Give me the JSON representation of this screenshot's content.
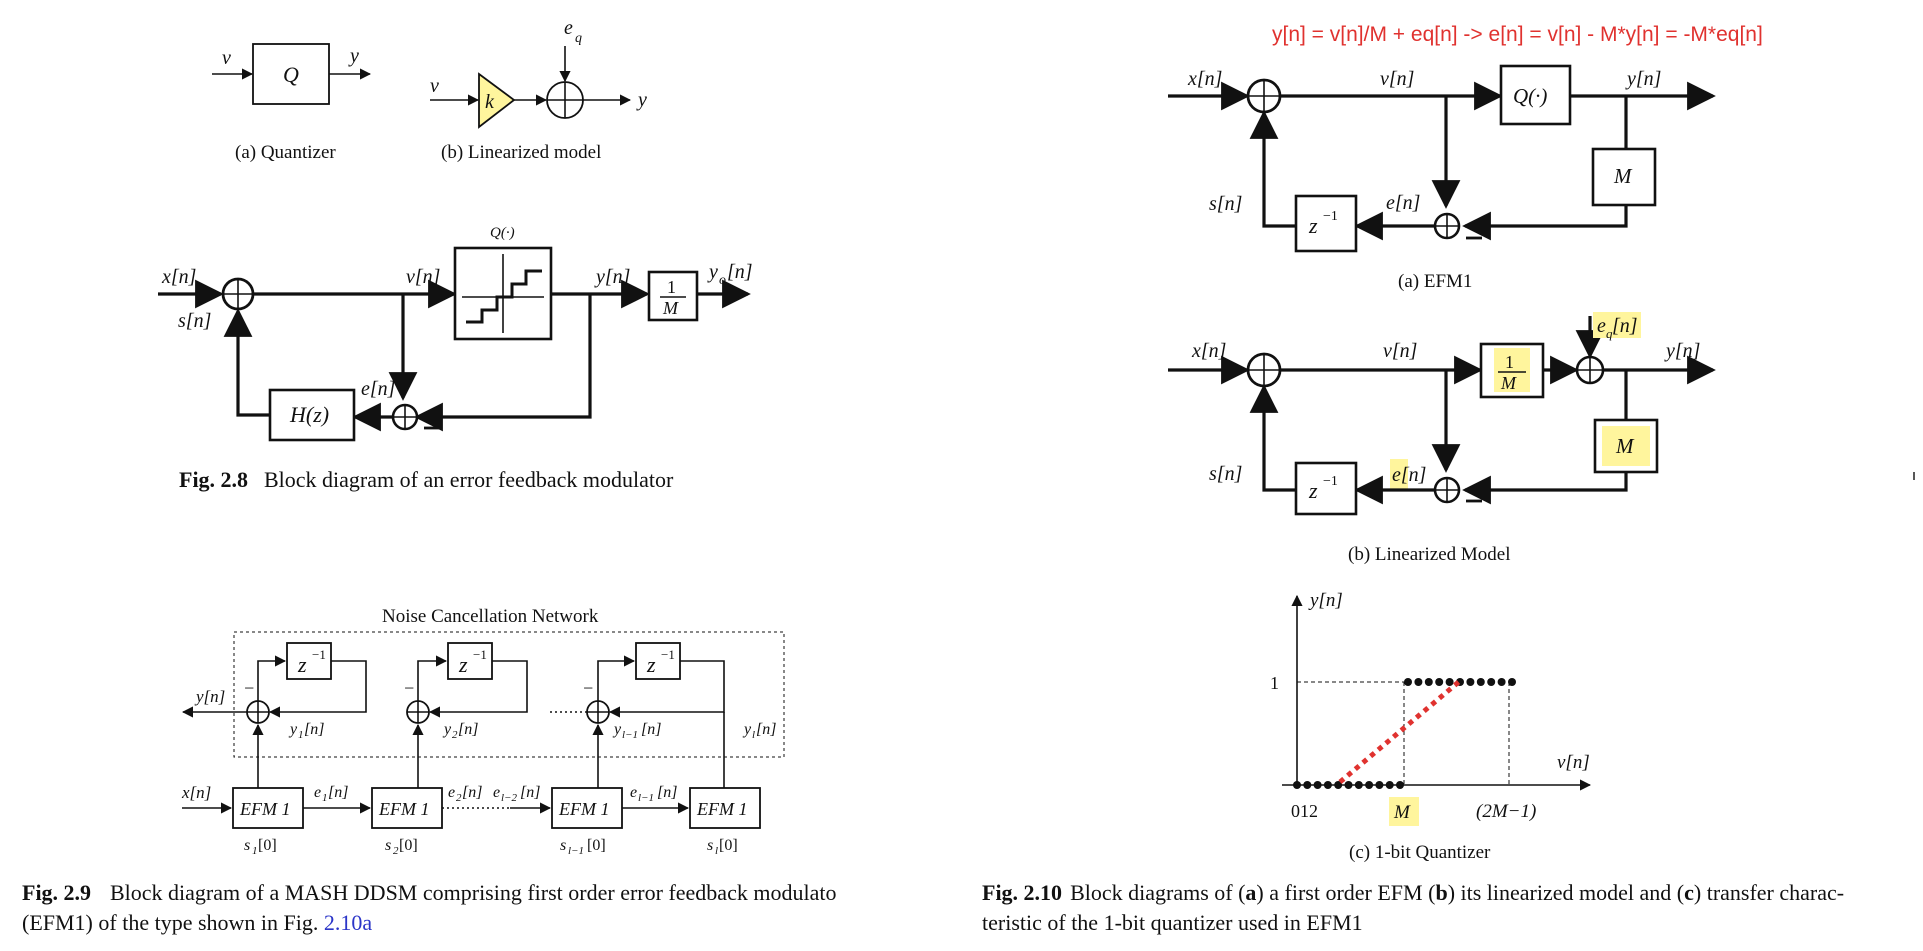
{
  "fig_quantizer": {
    "v": "v",
    "y": "y",
    "q": "Q",
    "label_a": "(a)  Quantizer"
  },
  "fig_linear": {
    "v": "v",
    "k": "k",
    "eq": "e",
    "eq_sub": "q",
    "y": "y",
    "label_b": "(b)  Linearized model"
  },
  "fig_2_8": {
    "xn": "x[n]",
    "sn": "s[n]",
    "vn": "v[n]",
    "qdot": "Q(·)",
    "yn": "y[n]",
    "one": "1",
    "m": "M",
    "yo": "y",
    "yo_sub": "o",
    "yo_n": "[n]",
    "en": "e[n]",
    "hz": "H(z)",
    "caption_num": "Fig. 2.8",
    "caption_text": "Block diagram of an error feedback modulator"
  },
  "fig_2_9": {
    "title": "Noise Cancellation Network",
    "yn_out": "y[n]",
    "y1": "y",
    "y1_sub": "1",
    "y2": "y",
    "y2_sub": "2",
    "yl1": "y",
    "yl1_sub": "l−1",
    "yl": "y",
    "yl_sub": "l",
    "n_suffix": "[n]",
    "z": "z",
    "zexp": "−1",
    "xn": "x[n]",
    "efm": "EFM 1",
    "e1": "e",
    "e1_sub": "1",
    "e2": "e",
    "e2_sub": "2",
    "el2": "e",
    "el2_sub": "l−2",
    "el1": "e",
    "el1_sub": "l−1",
    "s1": "s",
    "s1_sub": "1",
    "s2": "s",
    "s2_sub": "2",
    "sl1": "s",
    "sl1_sub": "l−1",
    "sl": "s",
    "sl_sub": "l",
    "s_suffix": "[0]",
    "minus": "−",
    "caption_num": "Fig. 2.9",
    "caption_line1": "Block diagram of a MASH DDSM comprising first order error feedback modulato",
    "caption_line2_a": "(EFM1) of the type shown in Fig. ",
    "caption_link": "2.10a"
  },
  "fig_2_10": {
    "equation": "y[n] = v[n]/M + eq[n] -> e[n] = v[n] - M*y[n] = -M*eq[n]",
    "xn": "x[n]",
    "vn": "v[n]",
    "qdot": "Q(·)",
    "yn": "y[n]",
    "m": "M",
    "sn": "s[n]",
    "en": "e[n]",
    "z": "z",
    "zexp": "−1",
    "minus": "−",
    "label_a": "(a) EFM1",
    "one": "1",
    "eq": "e",
    "eq_sub": "q",
    "eq_n": "[n]",
    "label_b": "(b) Linearized Model",
    "plot_y": "y[n]",
    "plot_x": "v[n]",
    "tick_1": "1",
    "tick_012": "012",
    "tick_m": "M",
    "tick_2m": "(2M−1)",
    "label_c": "(c) 1-bit Quantizer",
    "caption_num": "Fig. 2.10",
    "caption_t1": "Block diagrams of (",
    "caption_a": "a",
    "caption_t2": ") a first order EFM (",
    "caption_b": "b",
    "caption_t3": ") its linearized model and (",
    "caption_c": "c",
    "caption_t4": ") transfer charac-",
    "caption_line2": "teristic of the 1-bit quantizer used in EFM1"
  }
}
